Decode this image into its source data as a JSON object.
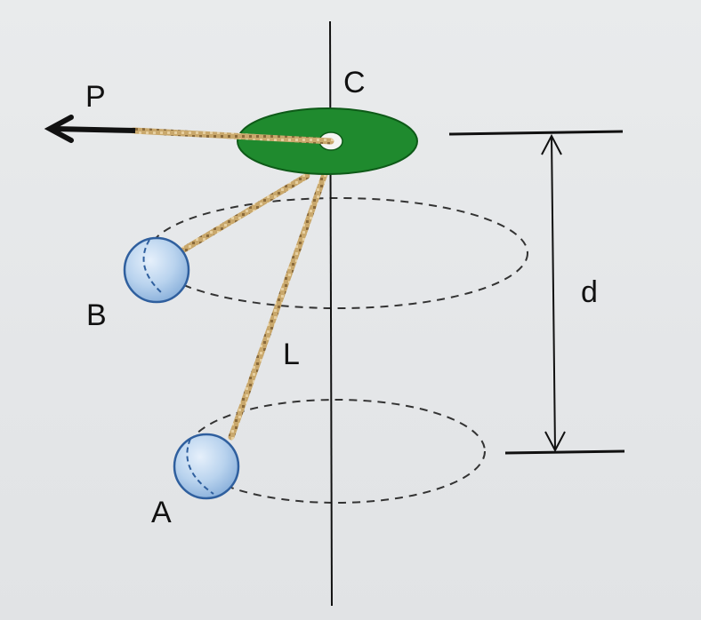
{
  "labels": {
    "force": "P",
    "center": "C",
    "ball_b": "B",
    "ball_a": "A",
    "string": "L",
    "distance": "d"
  },
  "colors": {
    "disk": "#1f8a2e",
    "disk_edge": "#0e5a18",
    "ball_fill": "#b9d3ee",
    "ball_edge": "#3b6fb0",
    "rope": "#c8a66a",
    "line": "#111111",
    "dashed": "#333333",
    "background": "#e6e8ea"
  }
}
